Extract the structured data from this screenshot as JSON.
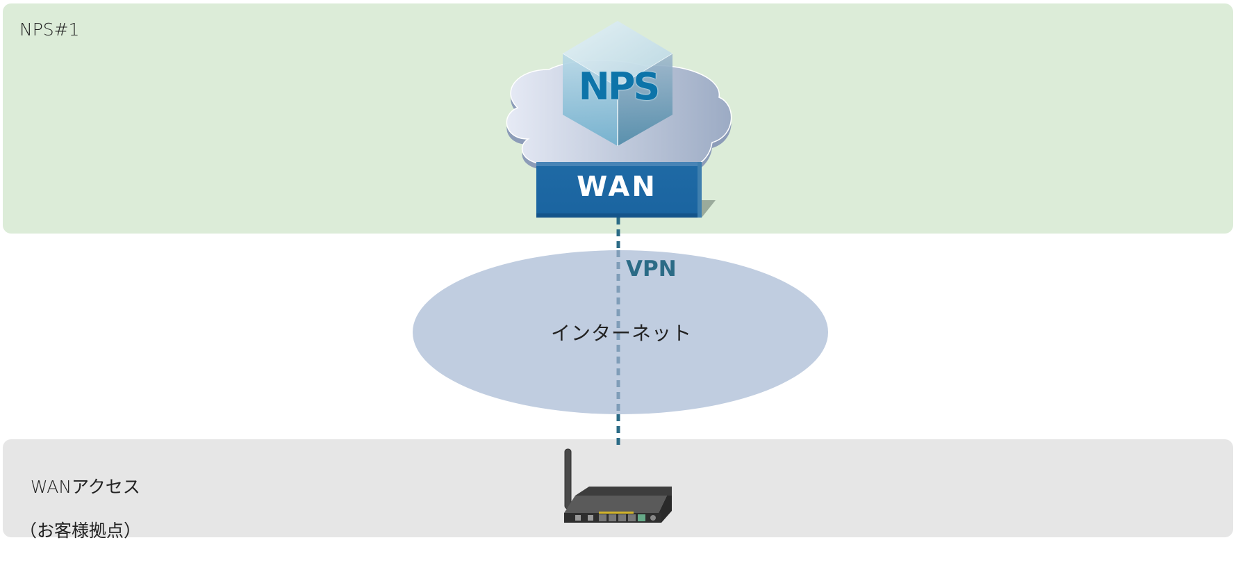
{
  "panels": {
    "nps": {
      "label": "NPS#1",
      "color": "#dcecd8"
    },
    "wan_access": {
      "label_line1": "WANアクセス",
      "label_line2": "（お客様拠点）",
      "color": "#e6e6e6"
    }
  },
  "nodes": {
    "nps_cloud": {
      "cube_label": "NPS",
      "wan_label": "WAN"
    },
    "internet": {
      "label": "インターネット",
      "color": "#c0cde0"
    },
    "router": {
      "icon": "router-icon"
    }
  },
  "connections": [
    {
      "from": "nps_cloud",
      "to": "router",
      "label": "VPN",
      "style": "dashed",
      "color": "#2b6b86"
    }
  ]
}
